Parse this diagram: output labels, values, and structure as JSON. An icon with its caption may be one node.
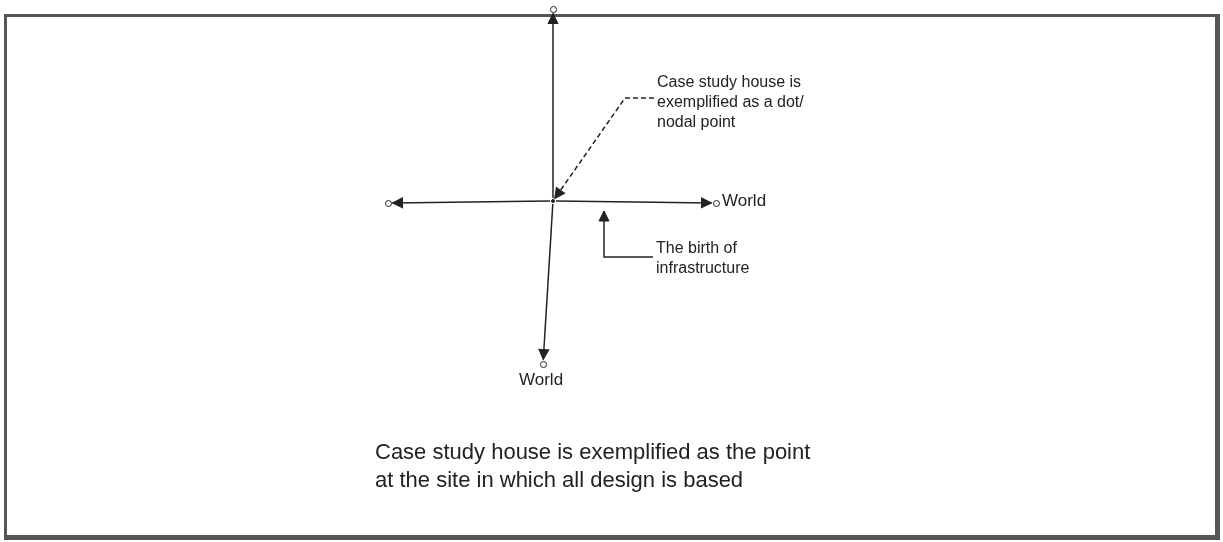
{
  "diagram": {
    "caption": "Case study house is exemplified as the point at the site in which all design is based",
    "nodes": [
      {
        "text": [],
        "shape": "circle"
      },
      {
        "text": [],
        "shape": "circle"
      },
      {
        "text": [],
        "shape": "circle"
      },
      {
        "text": [],
        "shape": "circle",
        "beside": [
          "World"
        ]
      },
      {
        "text": [],
        "shape": "circle",
        "beside": [
          "World"
        ]
      },
      {
        "text": [
          "Case study house is exemplified as a dot/ nodal point"
        ]
      },
      {
        "text": [
          "The birth of infrastructure"
        ]
      }
    ],
    "edges": [
      {
        "from": 0,
        "to": 1,
        "arrow": "to"
      },
      {
        "from": 0,
        "to": 2,
        "arrow": "to"
      },
      {
        "from": 0,
        "to": 3,
        "arrow": "to"
      },
      {
        "from": 0,
        "to": 4,
        "arrow": "to"
      },
      {
        "from": 5,
        "to": 0,
        "arrow": "to",
        "style": "dashed"
      },
      {
        "from": 6,
        "to": null,
        "arrow": "to"
      }
    ]
  }
}
